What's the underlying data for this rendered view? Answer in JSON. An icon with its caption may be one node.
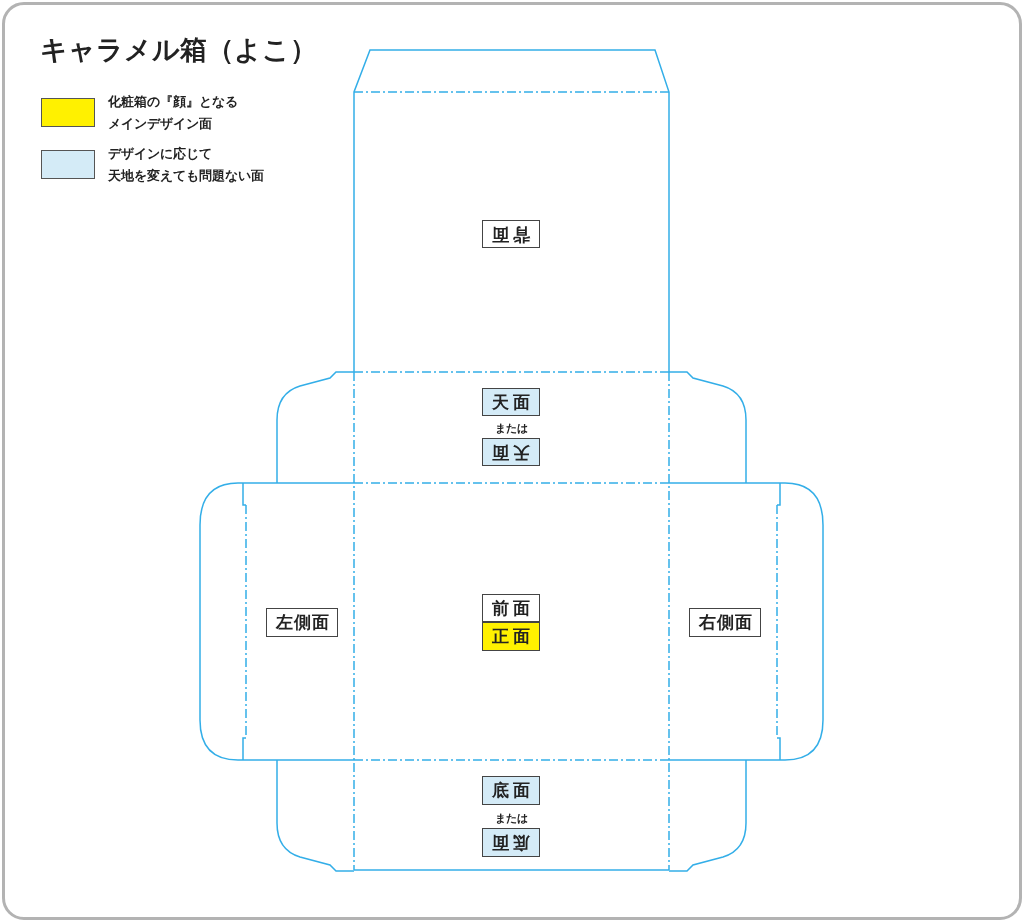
{
  "diagram": {
    "title": "キャラメル箱（よこ）",
    "nodes": [
      {
        "text": [
          "背面"
        ]
      },
      {
        "text": [
          "天面"
        ]
      },
      {
        "text": [
          "天面"
        ]
      },
      {
        "text": [
          "左側面"
        ]
      },
      {
        "text": [
          "前面"
        ]
      },
      {
        "text": [
          "正面"
        ]
      },
      {
        "text": [
          "右側面"
        ]
      },
      {
        "text": [
          "底面"
        ]
      },
      {
        "text": [
          "底面"
        ]
      }
    ],
    "labels": [
      "または",
      "または"
    ],
    "legend": [
      {
        "text": "化粧箱の『顔』となるメインデザイン面",
        "color": "#fff100"
      },
      {
        "text": "デザインに応じて天地を変えても問題ない面",
        "color": "#d4ebf7"
      }
    ]
  }
}
